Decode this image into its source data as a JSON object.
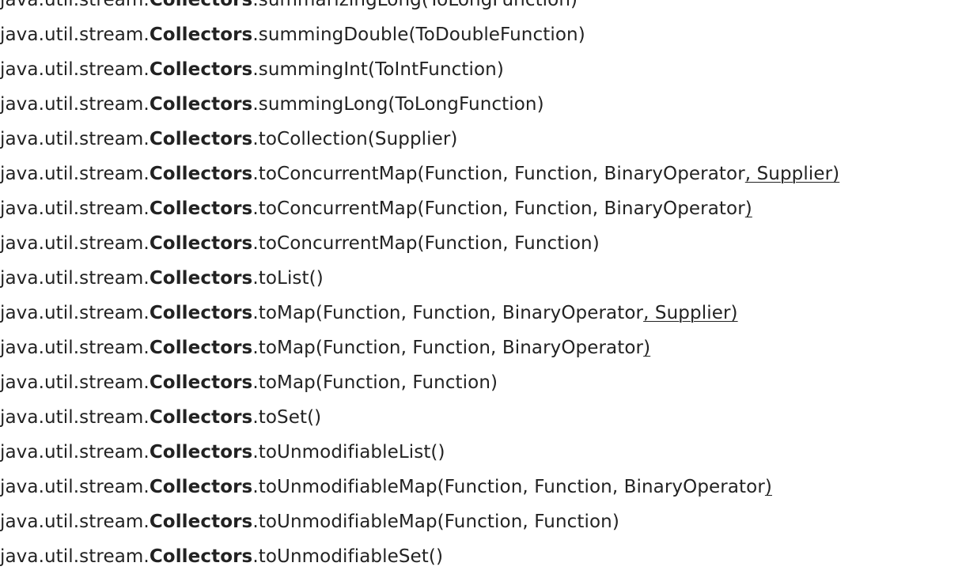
{
  "members": [
    {
      "pkg": "java.util.stream.",
      "cls": "Collectors",
      "method": ".summarizingLong(ToLongFunction)",
      "tail": ""
    },
    {
      "pkg": "java.util.stream.",
      "cls": "Collectors",
      "method": ".summingDouble(ToDoubleFunction)",
      "tail": ""
    },
    {
      "pkg": "java.util.stream.",
      "cls": "Collectors",
      "method": ".summingInt(ToIntFunction)",
      "tail": ""
    },
    {
      "pkg": "java.util.stream.",
      "cls": "Collectors",
      "method": ".summingLong(ToLongFunction)",
      "tail": ""
    },
    {
      "pkg": "java.util.stream.",
      "cls": "Collectors",
      "method": ".toCollection(Supplier)",
      "tail": ""
    },
    {
      "pkg": "java.util.stream.",
      "cls": "Collectors",
      "method": ".toConcurrentMap(Function, Function, BinaryOperator",
      "tail": ", Supplier)"
    },
    {
      "pkg": "java.util.stream.",
      "cls": "Collectors",
      "method": ".toConcurrentMap(Function, Function, BinaryOperator",
      "tail": ")"
    },
    {
      "pkg": "java.util.stream.",
      "cls": "Collectors",
      "method": ".toConcurrentMap(Function, Function)",
      "tail": ""
    },
    {
      "pkg": "java.util.stream.",
      "cls": "Collectors",
      "method": ".toList()",
      "tail": ""
    },
    {
      "pkg": "java.util.stream.",
      "cls": "Collectors",
      "method": ".toMap(Function, Function, BinaryOperator",
      "tail": ", Supplier)"
    },
    {
      "pkg": "java.util.stream.",
      "cls": "Collectors",
      "method": ".toMap(Function, Function, BinaryOperator",
      "tail": ")"
    },
    {
      "pkg": "java.util.stream.",
      "cls": "Collectors",
      "method": ".toMap(Function, Function)",
      "tail": ""
    },
    {
      "pkg": "java.util.stream.",
      "cls": "Collectors",
      "method": ".toSet()",
      "tail": ""
    },
    {
      "pkg": "java.util.stream.",
      "cls": "Collectors",
      "method": ".toUnmodifiableList()",
      "tail": ""
    },
    {
      "pkg": "java.util.stream.",
      "cls": "Collectors",
      "method": ".toUnmodifiableMap(Function, Function, BinaryOperator",
      "tail": ")"
    },
    {
      "pkg": "java.util.stream.",
      "cls": "Collectors",
      "method": ".toUnmodifiableMap(Function, Function)",
      "tail": ""
    },
    {
      "pkg": "java.util.stream.",
      "cls": "Collectors",
      "method": ".toUnmodifiableSet()",
      "tail": ""
    }
  ]
}
